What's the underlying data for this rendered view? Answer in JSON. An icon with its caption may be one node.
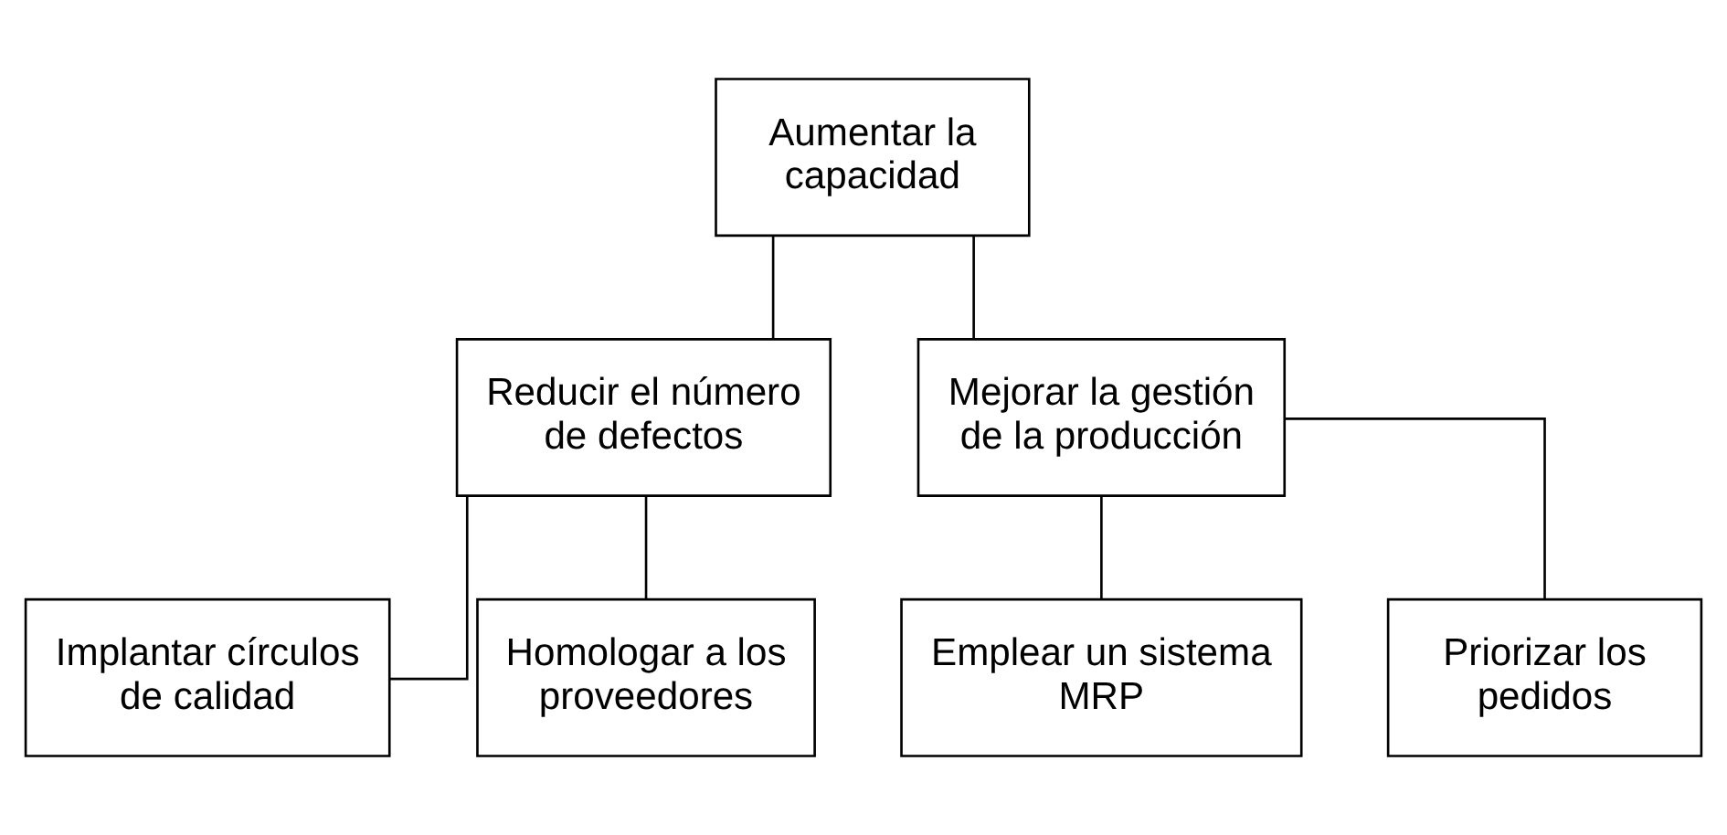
{
  "diagram": {
    "nodes": [
      {
        "text": [
          "Aumentar la capacidad"
        ]
      },
      {
        "text": [
          "Reducir el número de defectos"
        ]
      },
      {
        "text": [
          "Mejorar la gestión de la producción"
        ]
      },
      {
        "text": [
          "Implantar círculos de calidad"
        ]
      },
      {
        "text": [
          "Homologar a los proveedores"
        ]
      },
      {
        "text": [
          "Emplear un sistema MRP"
        ]
      },
      {
        "text": [
          "Priorizar los pedidos"
        ]
      }
    ],
    "edges": [
      {
        "from": 0,
        "to": 1,
        "arrow": "none"
      },
      {
        "from": 0,
        "to": 2,
        "arrow": "none"
      },
      {
        "from": 1,
        "to": 3,
        "arrow": "none"
      },
      {
        "from": 1,
        "to": 4,
        "arrow": "none"
      },
      {
        "from": 2,
        "to": 5,
        "arrow": "none"
      },
      {
        "from": 2,
        "to": 6,
        "arrow": "none"
      }
    ]
  }
}
